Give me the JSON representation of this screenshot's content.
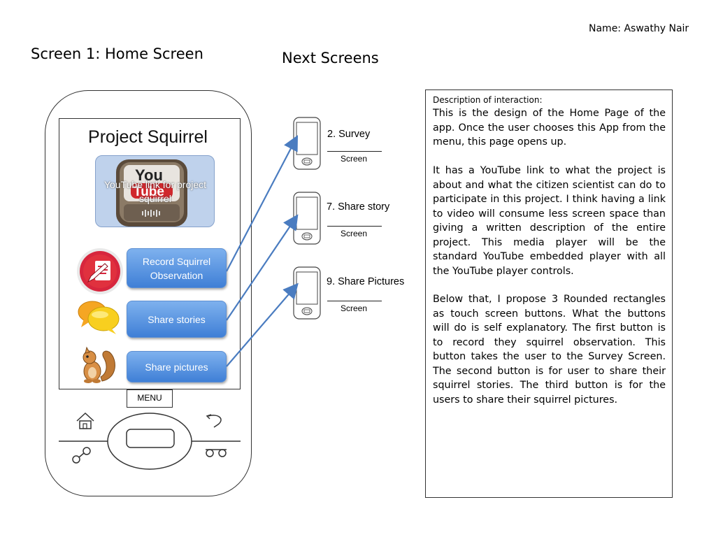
{
  "header": {
    "author": "Name: Aswathy Nair",
    "screen_title": "Screen 1: Home Screen",
    "next_title": "Next Screens"
  },
  "phone": {
    "app_title": "Project Squirrel",
    "youtube_caption": "YouTube link for project squirrel",
    "buttons": {
      "record": "Record Squirrel Observation",
      "stories": "Share stories",
      "pictures": "Share pictures"
    },
    "menu_label": "MENU"
  },
  "next_screens": [
    {
      "label": "2. Survey",
      "sub": "Screen"
    },
    {
      "label": "7. Share story",
      "sub": "Screen"
    },
    {
      "label": "9. Share Pictures",
      "sub": "Screen"
    }
  ],
  "description": {
    "heading": "Description of interaction:",
    "p1": "This is the design of the Home Page of the app. Once the user chooses this App from the menu, this page opens up.",
    "p2": "It has a YouTube link to what the project is about and what the citizen scientist can do to participate in this project. I think having a link to video will consume less screen space than giving a written description of the entire project. This media player will be the standard YouTube embedded player with all the YouTube player controls.",
    "p3": "Below that, I propose 3 Rounded rectangles as touch screen buttons. What the buttons will do is self explanatory.  The first button is to record they squirrel observation. This button takes the user to the Survey Screen. The second button is for user to share their squirrel stories. The third button is for the users to share their squirrel pictures."
  },
  "colors": {
    "button": "#4f8ee0",
    "arrow": "#4a7cc0",
    "youtube_red": "#d0282d"
  }
}
